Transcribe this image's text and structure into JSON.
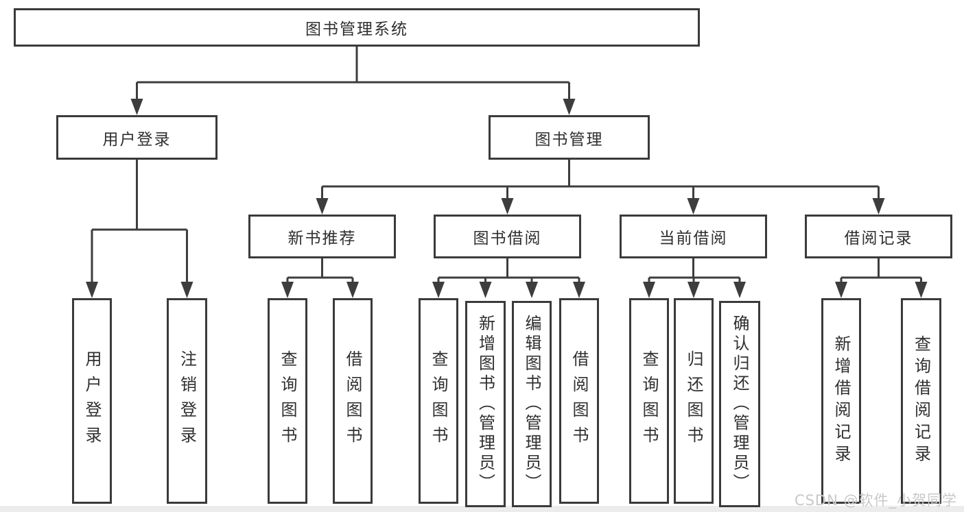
{
  "diagram_type": "hierarchy-tree",
  "watermark": "CSDN @软件_小贺同学",
  "colors": {
    "line": "#3d3d3d",
    "box_border": "#3a3a3a",
    "text": "#2f2f2f",
    "watermark": "#c8c8c8",
    "background": "#ffffff"
  },
  "nodes": [
    {
      "id": "root",
      "label": "图书管理系统",
      "parent": null
    },
    {
      "id": "user-login",
      "label": "用户登录",
      "parent": "root"
    },
    {
      "id": "book-management",
      "label": "图书管理",
      "parent": "root"
    },
    {
      "id": "new-book-recommend",
      "label": "新书推荐",
      "parent": "book-management"
    },
    {
      "id": "book-borrowing",
      "label": "图书借阅",
      "parent": "book-management"
    },
    {
      "id": "current-borrowing",
      "label": "当前借阅",
      "parent": "book-management"
    },
    {
      "id": "borrowing-records",
      "label": "借阅记录",
      "parent": "book-management"
    },
    {
      "id": "leaf-user-login",
      "label": "用户登录",
      "parent": "user-login"
    },
    {
      "id": "leaf-logout",
      "label": "注销登录",
      "parent": "user-login"
    },
    {
      "id": "leaf-query-books-nb",
      "label": "查询图书",
      "parent": "new-book-recommend"
    },
    {
      "id": "leaf-borrow-books-nb",
      "label": "借阅图书",
      "parent": "new-book-recommend"
    },
    {
      "id": "leaf-query-books-bb",
      "label": "查询图书",
      "parent": "book-borrowing"
    },
    {
      "id": "leaf-add-books-admin",
      "label": "新增图书（管理员）",
      "parent": "book-borrowing"
    },
    {
      "id": "leaf-edit-books-admin",
      "label": "编辑图书（管理员）",
      "parent": "book-borrowing"
    },
    {
      "id": "leaf-borrow-books-bb",
      "label": "借阅图书",
      "parent": "book-borrowing"
    },
    {
      "id": "leaf-query-books-cb",
      "label": "查询图书",
      "parent": "current-borrowing"
    },
    {
      "id": "leaf-return-books",
      "label": "归还图书",
      "parent": "current-borrowing"
    },
    {
      "id": "leaf-confirm-return",
      "label": "确认归还（管理员）",
      "parent": "current-borrowing"
    },
    {
      "id": "leaf-add-borrow-record",
      "label": "新增借阅记录",
      "parent": "borrowing-records"
    },
    {
      "id": "leaf-query-borrow-record",
      "label": "查询借阅记录",
      "parent": "borrowing-records"
    }
  ]
}
